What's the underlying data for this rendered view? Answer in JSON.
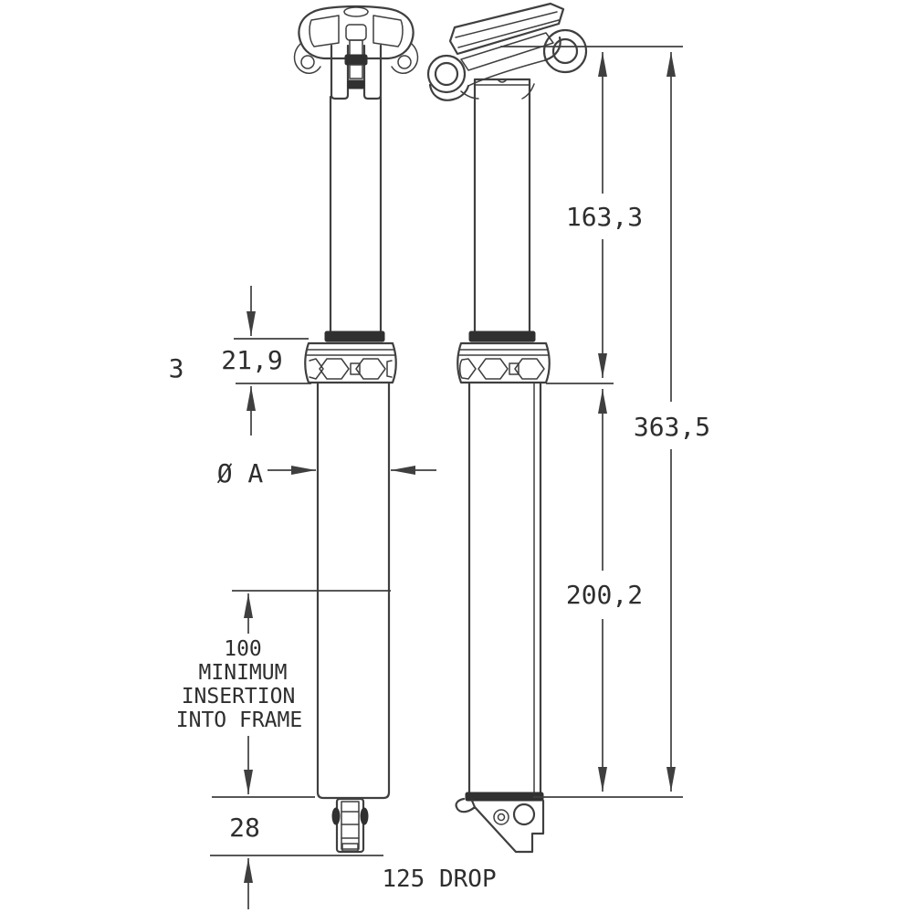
{
  "colors": {
    "line": "#3f3f3f",
    "dark_fill": "#303030",
    "text": "#2e2e2e",
    "background": "#ffffff"
  },
  "labels": {
    "upper_exposed_length": "163,3",
    "total_length": "363,5",
    "collar_height": "21,9",
    "partial_dimension": "3",
    "lower_section_length": "200,2",
    "post_diameter": "Ø A",
    "min_insertion_value": "100",
    "min_insertion_word1": "MINIMUM",
    "min_insertion_word2": "INSERTION",
    "min_insertion_word3": "INTO FRAME",
    "actuator_length": "28",
    "drop_label": "125 DROP"
  }
}
